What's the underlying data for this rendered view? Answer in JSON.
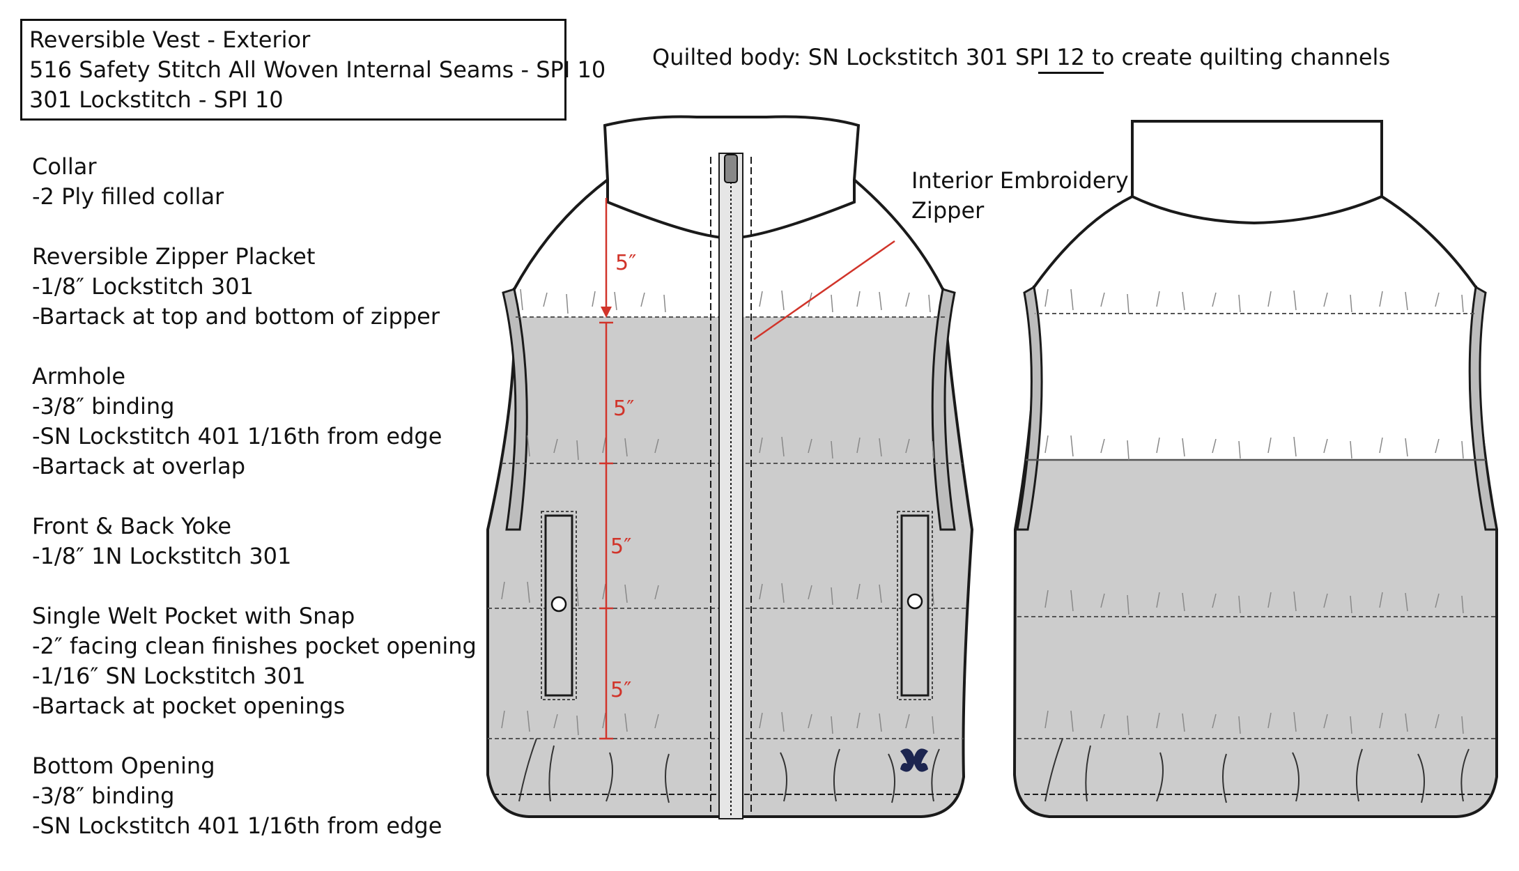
{
  "header": {
    "lines": [
      "Reversible Vest - Exterior",
      "516 Safety Stitch All Woven Internal Seams - SPI 10",
      "301 Lockstitch - SPI 10"
    ]
  },
  "specs": [
    {
      "title": "Collar",
      "items": [
        "-2 Ply filled collar"
      ]
    },
    {
      "title": "Reversible Zipper Placket",
      "items": [
        "-1/8″ Lockstitch  301",
        "-Bartack at top and bottom of zipper"
      ]
    },
    {
      "title": "Armhole",
      "items": [
        "-3/8″ binding",
        "-SN Lockstitch 401 1/16th from edge",
        "-Bartack at overlap"
      ]
    },
    {
      "title": "Front & Back Yoke",
      "items": [
        "-1/8″  1N Lockstitch 301"
      ]
    },
    {
      "title": "Single Welt Pocket with Snap",
      "items": [
        "-2″ facing clean finishes pocket opening",
        "-1/16″ SN Lockstitch 301",
        "-Bartack at pocket openings"
      ]
    },
    {
      "title": "Bottom Opening",
      "items": [
        "-3/8″ binding",
        "-SN Lockstitch 401 1/16th from edge"
      ]
    }
  ],
  "quilt_note": "Quilted body: SN Lockstitch 301 SPI 12 to create quilting channels",
  "callout": {
    "line1": "Interior Embroidery",
    "line2": "Zipper"
  },
  "dimensions": [
    "5″",
    "5″",
    "5″",
    "5″"
  ],
  "colors": {
    "body_fill": "#cccccc",
    "yoke_fill": "#ffffff",
    "outline": "#1a1a1a",
    "dimension_red": "#d1342a",
    "logo_navy": "#1c2550"
  }
}
